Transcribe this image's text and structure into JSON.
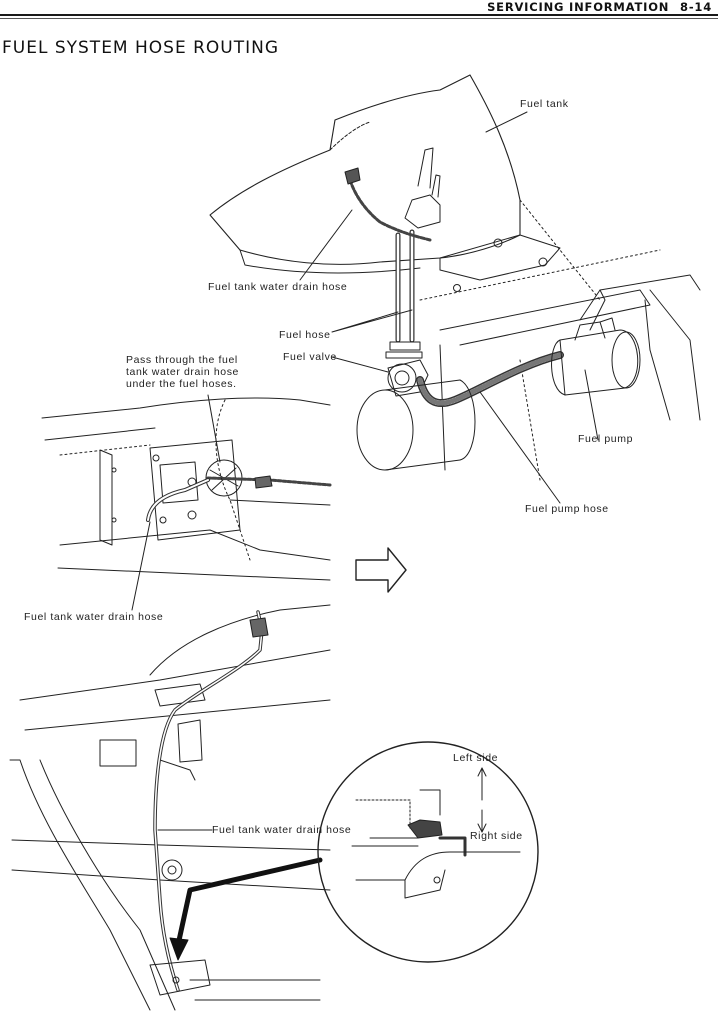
{
  "header": {
    "section": "SERVICING INFORMATION",
    "page_number": "8-14"
  },
  "title": "FUEL SYSTEM HOSE ROUTING",
  "labels": {
    "fuel_tank": "Fuel tank",
    "water_drain_hose_top": "Fuel tank water drain hose",
    "fuel_hose": "Fuel hose",
    "fuel_valve": "Fuel valve",
    "pass_through_note": "Pass through the fuel\ntank water drain hose\nunder the fuel hoses.",
    "fuel_pump": "Fuel pump",
    "fuel_pump_hose": "Fuel pump hose",
    "water_drain_hose_left": "Fuel tank water drain hose",
    "water_drain_hose_bottom": "Fuel tank water drain hose",
    "left_side": "Left side",
    "right_side": "Right side"
  },
  "icons": {
    "arrow": "outline-right-arrow-icon"
  }
}
